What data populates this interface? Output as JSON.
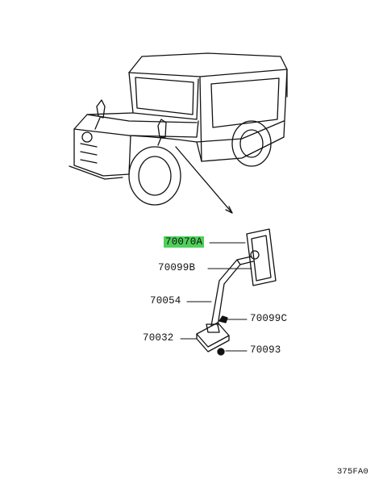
{
  "callouts": [
    {
      "id": "mirror-head",
      "part_no": "70070A",
      "highlighted": true
    },
    {
      "id": "mirror-bolt",
      "part_no": "70099B",
      "highlighted": false
    },
    {
      "id": "mirror-stay",
      "part_no": "70054",
      "highlighted": false
    },
    {
      "id": "stay-screw",
      "part_no": "70099C",
      "highlighted": false
    },
    {
      "id": "stay-bracket",
      "part_no": "70032",
      "highlighted": false
    },
    {
      "id": "bracket-nut",
      "part_no": "70093",
      "highlighted": false
    }
  ],
  "diagram_code": "375FA0",
  "colors": {
    "highlight": "#4ed15a",
    "line": "#111111"
  }
}
